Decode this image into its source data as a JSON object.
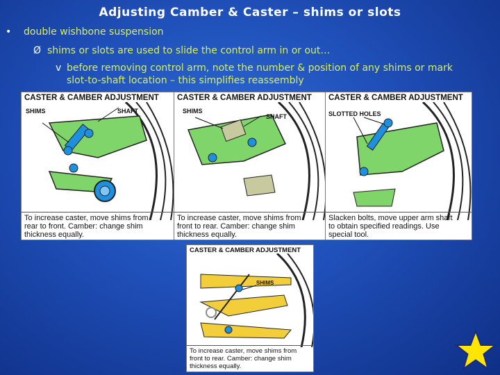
{
  "slide": {
    "title": "Adjusting Camber & Caster – shims or slots",
    "bullet1_marker": "•",
    "bullet1": "double wishbone suspension",
    "bullet2_marker": "Ø",
    "bullet2": "shims or slots are used to slide the control arm in or out…",
    "bullet3_marker": "v",
    "bullet3_line1": "before removing control arm, note the number & position of any shims or mark",
    "bullet3_line2": "slot-to-shaft location – this simplifies reassembly"
  },
  "figures": [
    {
      "heading": "CASTER & CAMBER ADJUSTMENT",
      "labels": [
        "SHIMS",
        "SHAFT"
      ],
      "caption": [
        "To increase caster, move shims from",
        "rear to front. Camber: change shim",
        "thickness equally."
      ]
    },
    {
      "heading": "CASTER & CAMBER ADJUSTMENT",
      "labels": [
        "SHIMS",
        "SHAFT"
      ],
      "caption": [
        "To increase caster, move shims from",
        "front to rear. Camber: change shim",
        "thickness equally."
      ]
    },
    {
      "heading": "CASTER & CAMBER ADJUSTMENT",
      "labels": [
        "SLOTTED HOLES"
      ],
      "caption": [
        "Slacken bolts, move upper arm shaft",
        "to obtain specified readings. Use",
        "special tool."
      ]
    },
    {
      "heading": "CASTER & CAMBER ADJUSTMENT",
      "labels": [
        "SHIMS"
      ],
      "caption": [
        "To increase caster, move shims from",
        "front to rear. Camber: change shim",
        "thickness equally."
      ]
    }
  ],
  "colors": {
    "arm_green": "#7fd46a",
    "bolt_blue": "#1e90e0",
    "arm_yellow": "#f2cf3a",
    "bullet_text": "#d8f060",
    "star": "#ffe600"
  }
}
